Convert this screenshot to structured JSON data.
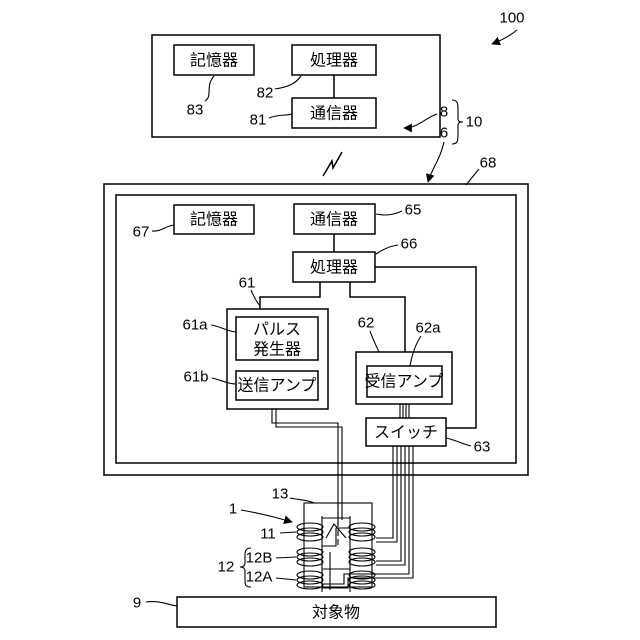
{
  "figure_number": "100",
  "system_ref": "10",
  "server": {
    "ref": "8",
    "memory": "記憶器",
    "memory_ref": "83",
    "processor": "処理器",
    "processor_ref": "82",
    "comm": "通信器",
    "comm_ref": "81"
  },
  "device": {
    "ref": "6",
    "housing_ref": "68",
    "memory": "記憶器",
    "memory_ref": "67",
    "comm": "通信器",
    "comm_ref": "65",
    "processor": "処理器",
    "processor_ref": "66",
    "transmitter_ref": "61",
    "pulse_gen_line1": "パルス",
    "pulse_gen_line2": "発生器",
    "pulse_gen_ref": "61a",
    "tx_amp": "送信アンプ",
    "tx_amp_ref": "61b",
    "receiver_ref": "62",
    "rx_amp": "受信アンプ",
    "rx_amp_ref": "62a",
    "switch": "スイッチ",
    "switch_ref": "63"
  },
  "probe": {
    "ref": "1",
    "frame_ref": "13",
    "coil_11": "11",
    "coil_group": "12",
    "coil_12b": "12B",
    "coil_12a": "12A"
  },
  "target": {
    "label": "対象物",
    "ref": "9"
  }
}
